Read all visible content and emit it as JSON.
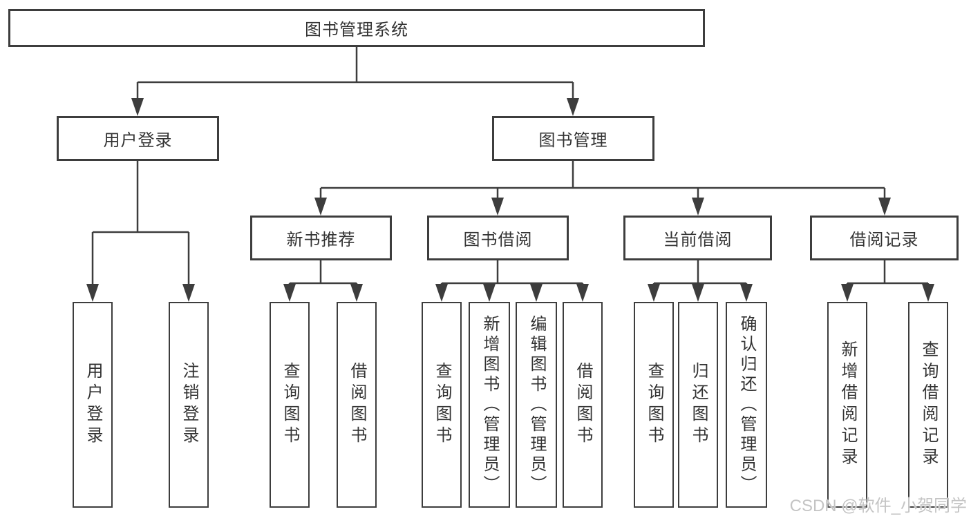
{
  "tree": {
    "root": "图书管理系统",
    "branches": [
      {
        "label": "用户登录",
        "children": [
          {
            "label": "用户登录"
          },
          {
            "label": "注销登录"
          }
        ]
      },
      {
        "label": "图书管理",
        "children": [
          {
            "label": "新书推荐",
            "children": [
              {
                "label": "查询图书"
              },
              {
                "label": "借阅图书"
              }
            ]
          },
          {
            "label": "图书借阅",
            "children": [
              {
                "label": "查询图书"
              },
              {
                "label": "新增图书（管理员）"
              },
              {
                "label": "编辑图书（管理员）"
              },
              {
                "label": "借阅图书"
              }
            ]
          },
          {
            "label": "当前借阅",
            "children": [
              {
                "label": "查询图书"
              },
              {
                "label": "归还图书"
              },
              {
                "label": "确认归还（管理员）"
              }
            ]
          },
          {
            "label": "借阅记录",
            "children": [
              {
                "label": "新增借阅记录"
              },
              {
                "label": "查询借阅记录"
              }
            ]
          }
        ]
      }
    ]
  },
  "watermark": {
    "text": "CSDN @软件_小贺同学"
  },
  "colors": {
    "line": "#3d3d3d",
    "text": "#333333",
    "watermark": "#c4c4c4",
    "background": "#ffffff"
  }
}
